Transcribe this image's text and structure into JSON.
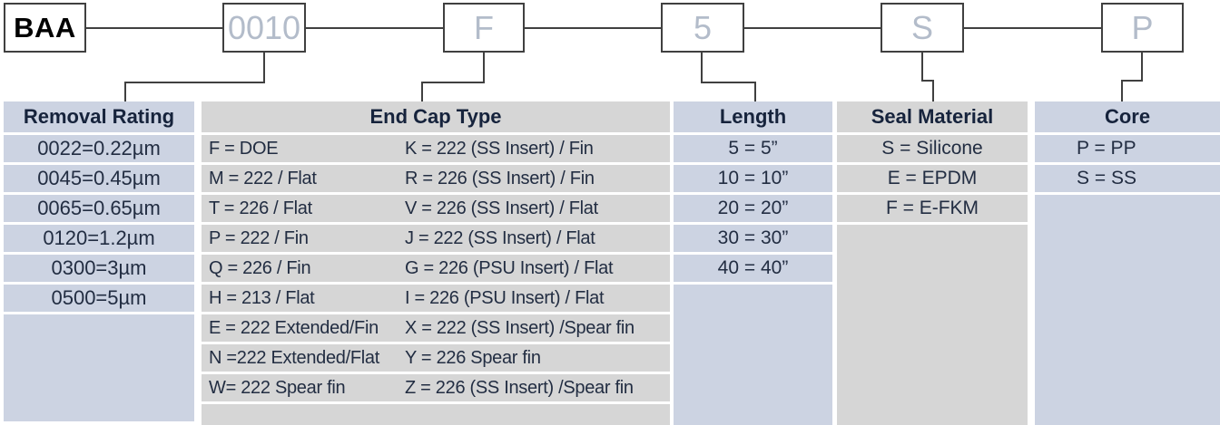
{
  "diagram": {
    "boxes": [
      {
        "label": "BAA"
      },
      {
        "label": "0010"
      },
      {
        "label": "F"
      },
      {
        "label": "5"
      },
      {
        "label": "S"
      },
      {
        "label": "P"
      }
    ]
  },
  "table": {
    "columns": [
      {
        "header": "Removal Rating",
        "values": [
          "0022=0.22µm",
          "0045=0.45µm",
          "0065=0.65µm",
          "0120=1.2µm",
          "0300=3µm",
          "0500=5µm"
        ]
      },
      {
        "header": "End Cap Type",
        "rows": [
          {
            "left": "F = DOE",
            "right": "K = 222 (SS Insert) / Fin"
          },
          {
            "left": "M = 222 / Flat",
            "right": "R = 226 (SS Insert) / Fin"
          },
          {
            "left": "T = 226 / Flat",
            "right": "V = 226 (SS Insert) / Flat"
          },
          {
            "left": "P = 222 / Fin",
            "right": "J = 222 (SS Insert) / Flat"
          },
          {
            "left": "Q = 226 / Fin",
            "right": "G = 226 (PSU Insert) / Flat"
          },
          {
            "left": "H = 213 / Flat",
            "right": "I = 226 (PSU Insert) / Flat"
          },
          {
            "left": "E = 222 Extended/Fin",
            "right": "X = 222 (SS Insert) /Spear fin"
          },
          {
            "left": "N =222 Extended/Flat",
            "right": "Y = 226 Spear fin"
          },
          {
            "left": "W= 222 Spear fin",
            "right": "Z = 226 (SS Insert) /Spear fin"
          }
        ]
      },
      {
        "header": "Length",
        "values": [
          "5 = 5”",
          "10 = 10”",
          "20 = 20”",
          "30 = 30”",
          "40 = 40”"
        ]
      },
      {
        "header": "Seal Material",
        "values": [
          "S = Silicone",
          "E = EPDM",
          "F = E-FKM"
        ]
      },
      {
        "header": "Core",
        "values": [
          "P = PP",
          "S = SS"
        ]
      }
    ]
  },
  "colors": {
    "blue_cell": "#ccd3e2",
    "gray_cell": "#d6d6d6",
    "header_text": "#16233c",
    "body_text": "#222d42",
    "box_letter": "#b3bcca",
    "line": "#404040"
  }
}
